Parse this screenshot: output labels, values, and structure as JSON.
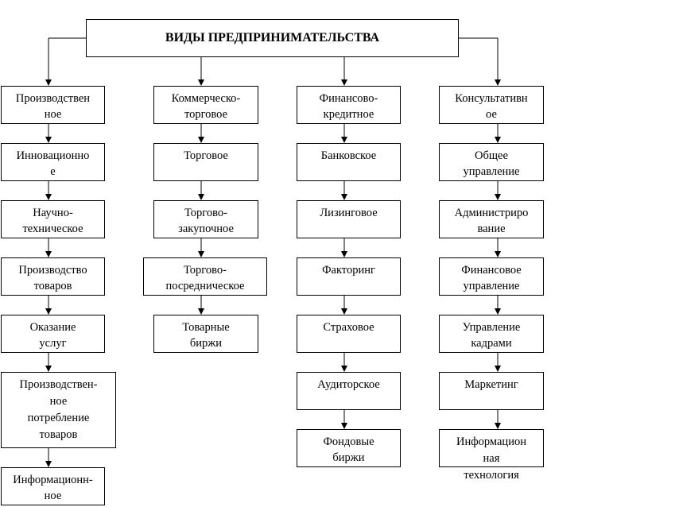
{
  "title": "ВИДЫ ПРЕДПРИНИМАТЕЛЬСТВА",
  "columns": [
    {
      "head": [
        "Производствен",
        "ное"
      ],
      "items": [
        [
          "Инновационно",
          "е"
        ],
        [
          "Научно-",
          "техническое"
        ],
        [
          "Производство",
          "товаров"
        ],
        [
          "Оказание",
          "услуг"
        ],
        [
          "Производствен-",
          "ное",
          "потребление",
          "товаров"
        ],
        [
          "Информационн-",
          "ное"
        ]
      ]
    },
    {
      "head": [
        "Коммерческо-",
        "торговое"
      ],
      "items": [
        [
          "Торговое"
        ],
        [
          "Торгово-",
          "закупочное"
        ],
        [
          "Торгово-",
          "посредническое"
        ],
        [
          "Товарные",
          "биржи"
        ]
      ]
    },
    {
      "head": [
        "Финансово-",
        "кредитное"
      ],
      "items": [
        [
          "Банковское"
        ],
        [
          "Лизинговое"
        ],
        [
          "Факторинг"
        ],
        [
          "Страховое"
        ],
        [
          "Аудиторское"
        ],
        [
          "Фондовые",
          "биржи"
        ]
      ]
    },
    {
      "head": [
        "Консультативн",
        "ое"
      ],
      "items": [
        [
          "Общее",
          "управление"
        ],
        [
          "Администриро",
          "вание"
        ],
        [
          "Финансовое",
          "управление"
        ],
        [
          "Управление",
          "кадрами"
        ],
        [
          "Маркетинг"
        ],
        [
          "Информацион",
          "ная",
          "технология"
        ]
      ]
    }
  ]
}
